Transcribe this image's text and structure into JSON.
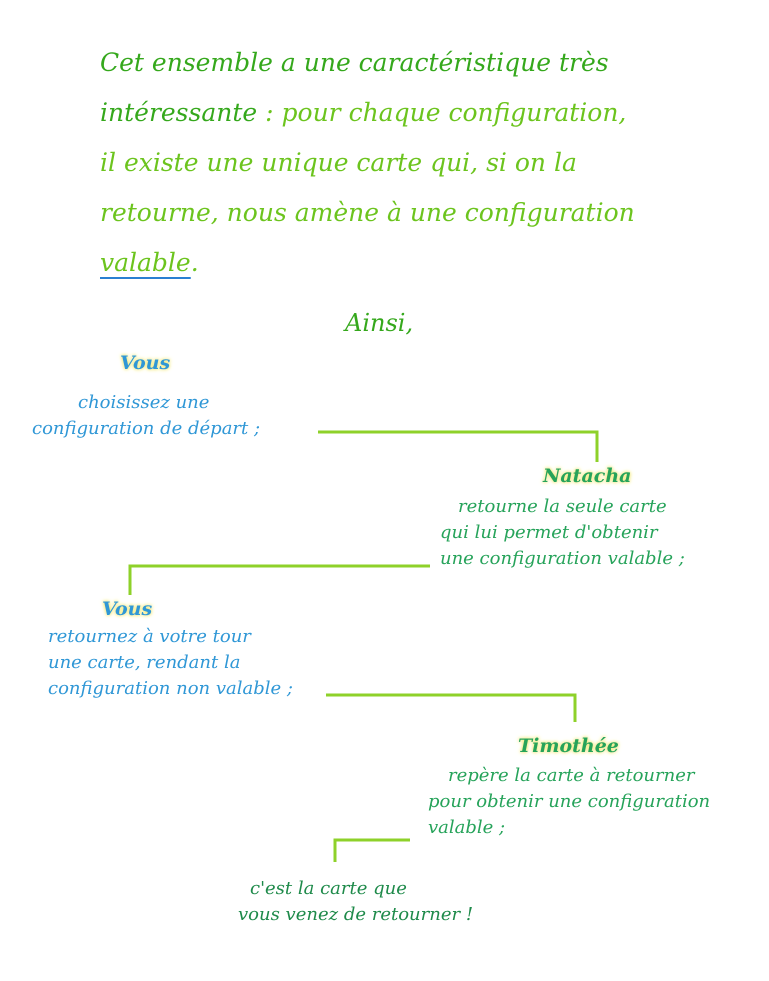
{
  "intro": {
    "lines": [
      "Cet ensemble a une caractéristique très",
      "pour chaque configuration,",
      "il existe une unique carte qui, si on la",
      "retourne, nous amène à une configuration"
    ],
    "emphasis": "intéressante",
    "colon": " : ",
    "underlined": "valable",
    "period": "."
  },
  "ainsi": "Ainsi,",
  "steps": [
    {
      "actor": "Vous",
      "lines": [
        "choisissez une",
        "configuration de départ ;"
      ]
    },
    {
      "actor": "Natacha",
      "lines": [
        "retourne la seule carte",
        "qui lui permet d'obtenir",
        "une configuration valable ;"
      ]
    },
    {
      "actor": "Vous",
      "lines": [
        "retournez à votre tour",
        "une carte, rendant la",
        "configuration non valable ;"
      ]
    },
    {
      "actor": "Timothée",
      "lines": [
        "repère la carte à retourner",
        "pour obtenir une configuration",
        "valable ;"
      ]
    }
  ],
  "conclusion": [
    "c'est la carte que",
    "vous venez de retourner !"
  ],
  "colors": {
    "lime": "#6cc41e",
    "dark_green": "#35a81c",
    "blue": "#2f97d6",
    "highlight": "#f3e97a",
    "connector": "#8ed12a"
  }
}
